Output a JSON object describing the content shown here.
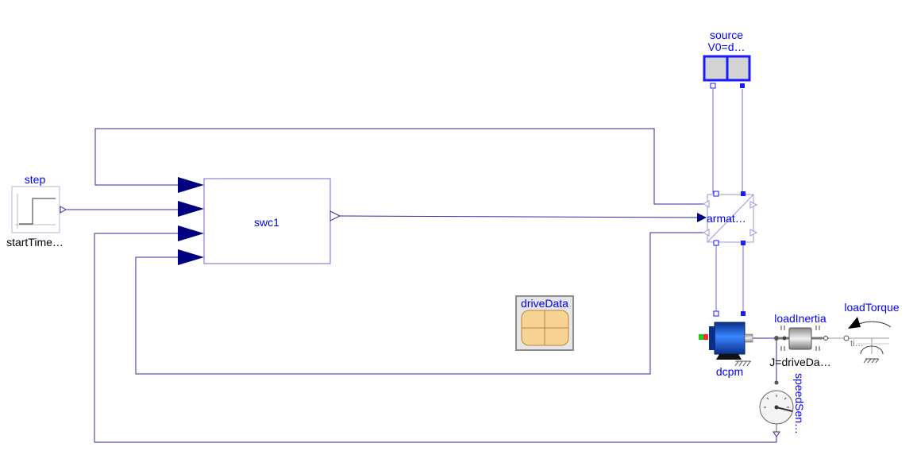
{
  "diagram": {
    "components": {
      "step": {
        "name": "step",
        "param": "startTime…"
      },
      "swc1": {
        "name": "swc1"
      },
      "source": {
        "name": "source",
        "param": "V0=d…"
      },
      "armature": {
        "name": "armat…"
      },
      "driveData": {
        "name": "driveData"
      },
      "dcpm": {
        "name": "dcpm"
      },
      "loadInertia": {
        "name": "loadInertia",
        "param": "J=driveDa…"
      },
      "loadTorque": {
        "name": "loadTorque",
        "param": "ti…"
      },
      "speedSensor": {
        "name": "speedSen…"
      }
    },
    "colors": {
      "label": "#0000ff",
      "signal_wire": "#2c2c9c",
      "electric_wire": "#6b6bd6",
      "input_arrow": "#000080",
      "motor_blue": "#1f5fd6",
      "table_fill": "#f7d394"
    }
  }
}
